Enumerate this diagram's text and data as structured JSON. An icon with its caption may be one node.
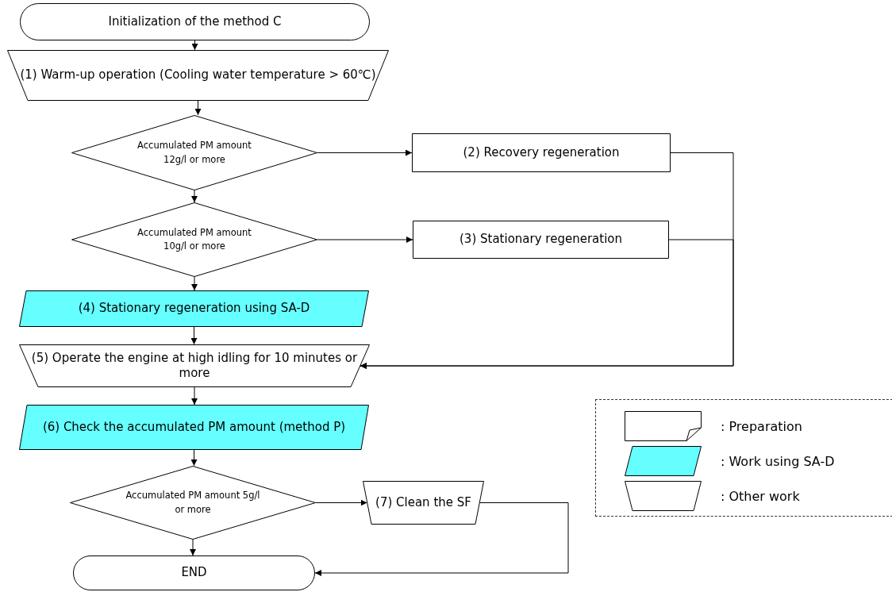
{
  "diagram": {
    "nodes": [
      {
        "text": [
          "Initialization of the method C"
        ]
      },
      {
        "text": [
          "(1) Warm-up operation (Cooling water temperature > 60℃)"
        ]
      },
      {
        "text": [
          "Accumulated PM amount 12g/l or more"
        ]
      },
      {
        "text": [
          "(2) Recovery regeneration"
        ]
      },
      {
        "text": [
          "Accumulated PM amount 10g/l or more"
        ]
      },
      {
        "text": [
          "(3) Stationary regeneration"
        ]
      },
      {
        "text": [
          "(4) Stationary regeneration using SA-D"
        ]
      },
      {
        "text": [
          "(5) Operate the engine at high idling for 10 minutes or more"
        ]
      },
      {
        "text": [
          "(6) Check the accumulated PM amount (method P)"
        ]
      },
      {
        "text": [
          "Accumulated PM amount 5g/l or more"
        ]
      },
      {
        "text": [
          "(7) Clean the SF"
        ]
      },
      {
        "text": [
          "END"
        ]
      }
    ],
    "edges": [
      {
        "from": 0,
        "to": 1,
        "arrow": "to"
      },
      {
        "from": 1,
        "to": 2,
        "arrow": "to"
      },
      {
        "from": 2,
        "to": 3,
        "arrow": "to"
      },
      {
        "from": 2,
        "to": 4,
        "arrow": "to"
      },
      {
        "from": 4,
        "to": 5,
        "arrow": "to"
      },
      {
        "from": 4,
        "to": 6,
        "arrow": "to"
      },
      {
        "from": 3,
        "to": 7,
        "arrow": "to"
      },
      {
        "from": 5,
        "to": 7,
        "arrow": "to"
      },
      {
        "from": 6,
        "to": 7,
        "arrow": "to"
      },
      {
        "from": 7,
        "to": 8,
        "arrow": "to"
      },
      {
        "from": 8,
        "to": 9,
        "arrow": "to"
      },
      {
        "from": 9,
        "to": 10,
        "arrow": "to"
      },
      {
        "from": 9,
        "to": 11,
        "arrow": "to"
      },
      {
        "from": 10,
        "to": 11,
        "arrow": "to"
      }
    ],
    "legend": [
      {
        "text": ": Preparation"
      },
      {
        "text": ": Work using SA-D",
        "color": "#66ffff"
      },
      {
        "text": ": Other work"
      }
    ]
  }
}
